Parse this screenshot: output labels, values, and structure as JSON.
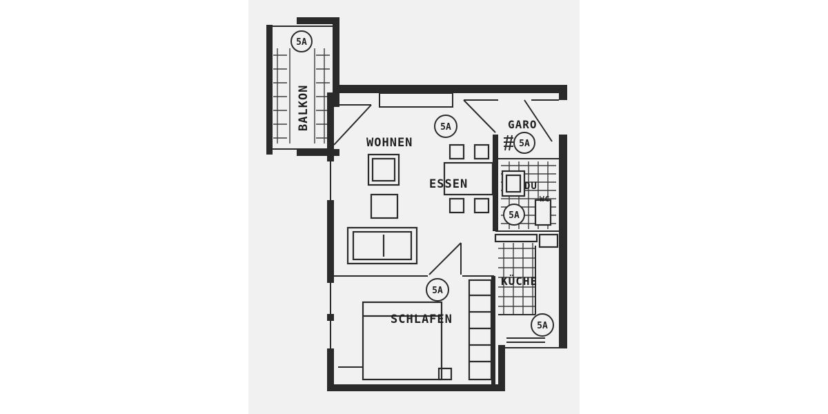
{
  "rooms": {
    "balkon": "BALKON",
    "wohnen": "WOHNEN",
    "essen": "ESSEN",
    "garo": "GARO",
    "du_wc": "DU",
    "wc": "WC",
    "kueche": "KÜCHE",
    "schlafen": "SCHLAFEN"
  },
  "markers": {
    "balkon": "5A",
    "wohnen": "5A",
    "garo": "5A",
    "du": "5A",
    "schlafen": "5A",
    "kueche": "5A"
  }
}
